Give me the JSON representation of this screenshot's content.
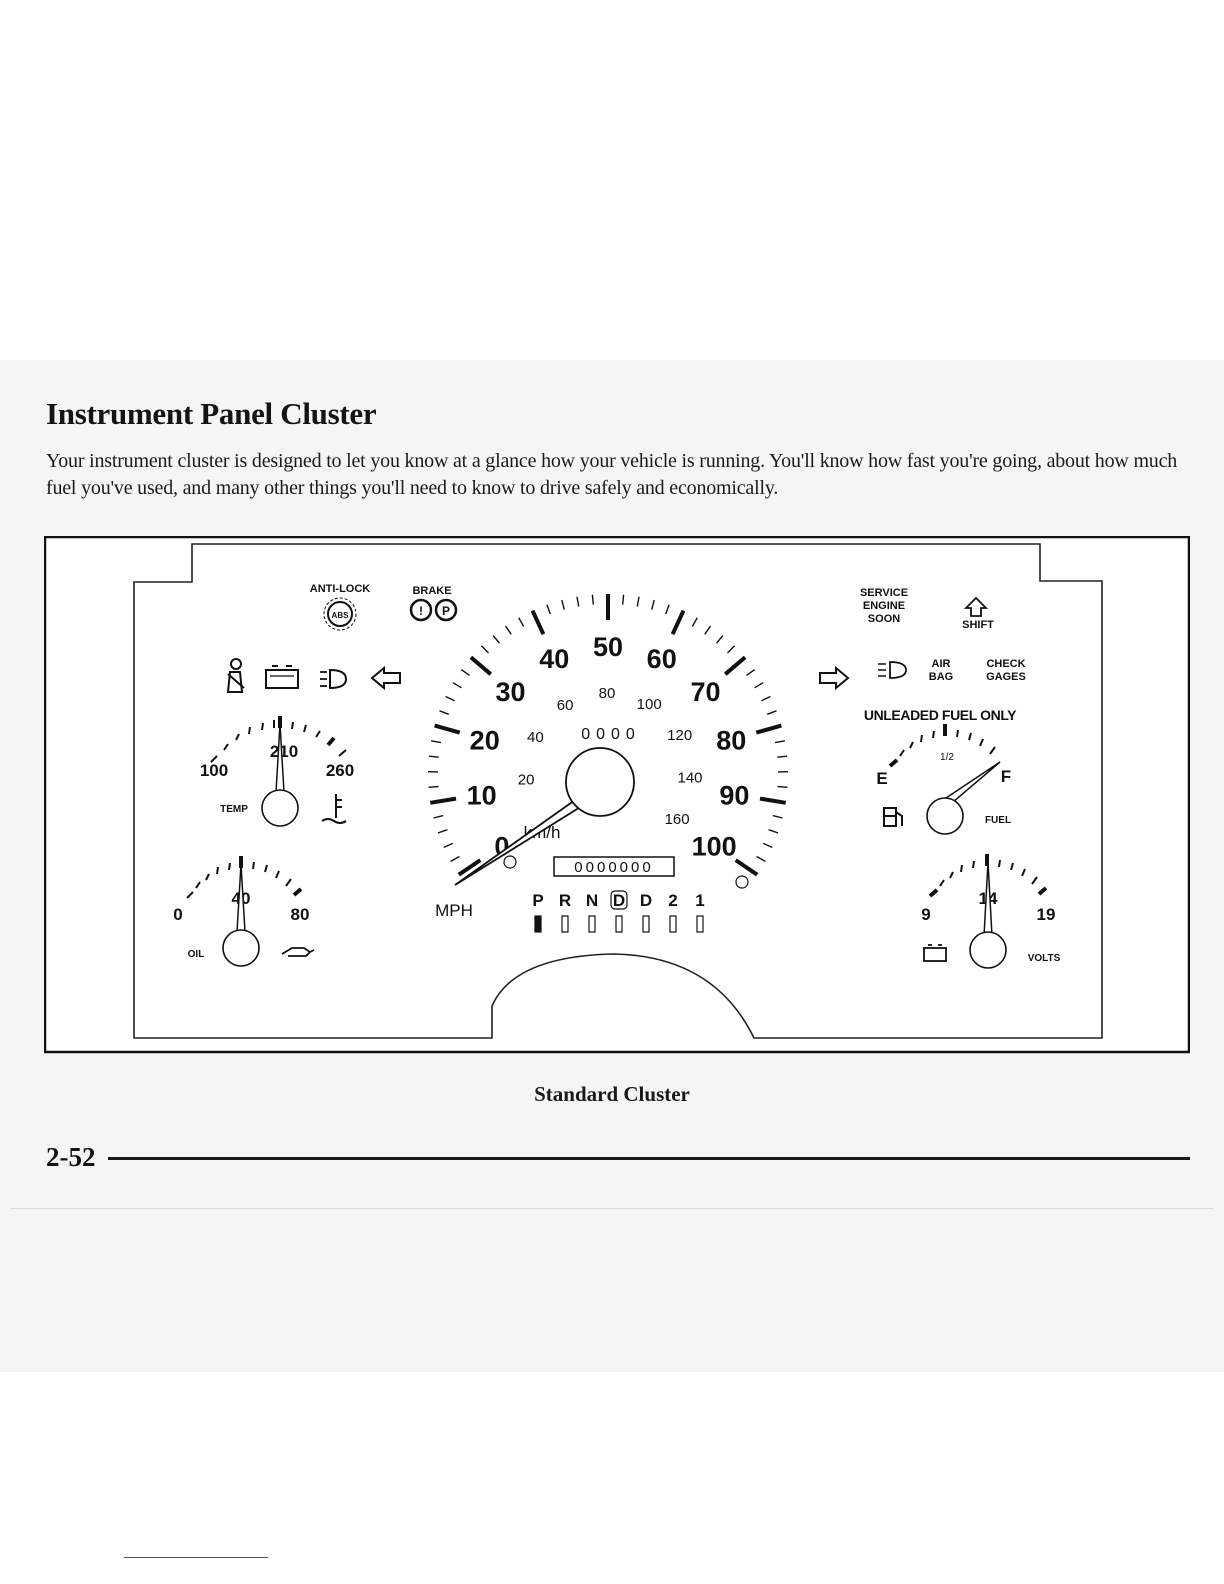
{
  "section": {
    "title": "Instrument Panel Cluster",
    "intro": "Your instrument cluster is designed to let you know at a glance how your vehicle is running. You'll know how fast you're going, about how much fuel you've used, and many other things you'll need to know to drive safely and economically."
  },
  "figure": {
    "caption": "Standard Cluster",
    "left_indicators": {
      "anti_lock": "ANTI-LOCK",
      "abs": "ABS",
      "brake": "BRAKE",
      "brake_p": "P",
      "brake_excl": "!"
    },
    "right_indicators": {
      "service_line1": "SERVICE",
      "service_line2": "ENGINE",
      "service_line3": "SOON",
      "shift": "SHIFT",
      "air_line1": "AIR",
      "air_line2": "BAG",
      "check_line1": "CHECK",
      "check_line2": "GAGES",
      "unleaded": "UNLEADED FUEL ONLY"
    },
    "temp_gauge": {
      "min": "100",
      "mid": "210",
      "max": "260",
      "label": "TEMP"
    },
    "oil_gauge": {
      "min": "0",
      "mid": "40",
      "max": "80",
      "label": "OIL"
    },
    "fuel_gauge": {
      "empty": "E",
      "half": "1/2",
      "full": "F",
      "label": "FUEL"
    },
    "volts_gauge": {
      "min": "9",
      "mid": "14",
      "max": "19",
      "label": "VOLTS"
    },
    "speedometer": {
      "mph_labels": [
        "0",
        "10",
        "20",
        "30",
        "40",
        "50",
        "60",
        "70",
        "80",
        "90",
        "100"
      ],
      "kmh_labels": [
        "20",
        "40",
        "60",
        "80",
        "100",
        "120",
        "140",
        "160"
      ],
      "unit_kmh": "km/h",
      "unit_mph": "MPH",
      "odometer": "0000000",
      "trip": "0000"
    },
    "prndl": [
      "P",
      "R",
      "N",
      "D",
      "D",
      "2",
      "1"
    ]
  },
  "footer": {
    "page_number": "2-52"
  }
}
